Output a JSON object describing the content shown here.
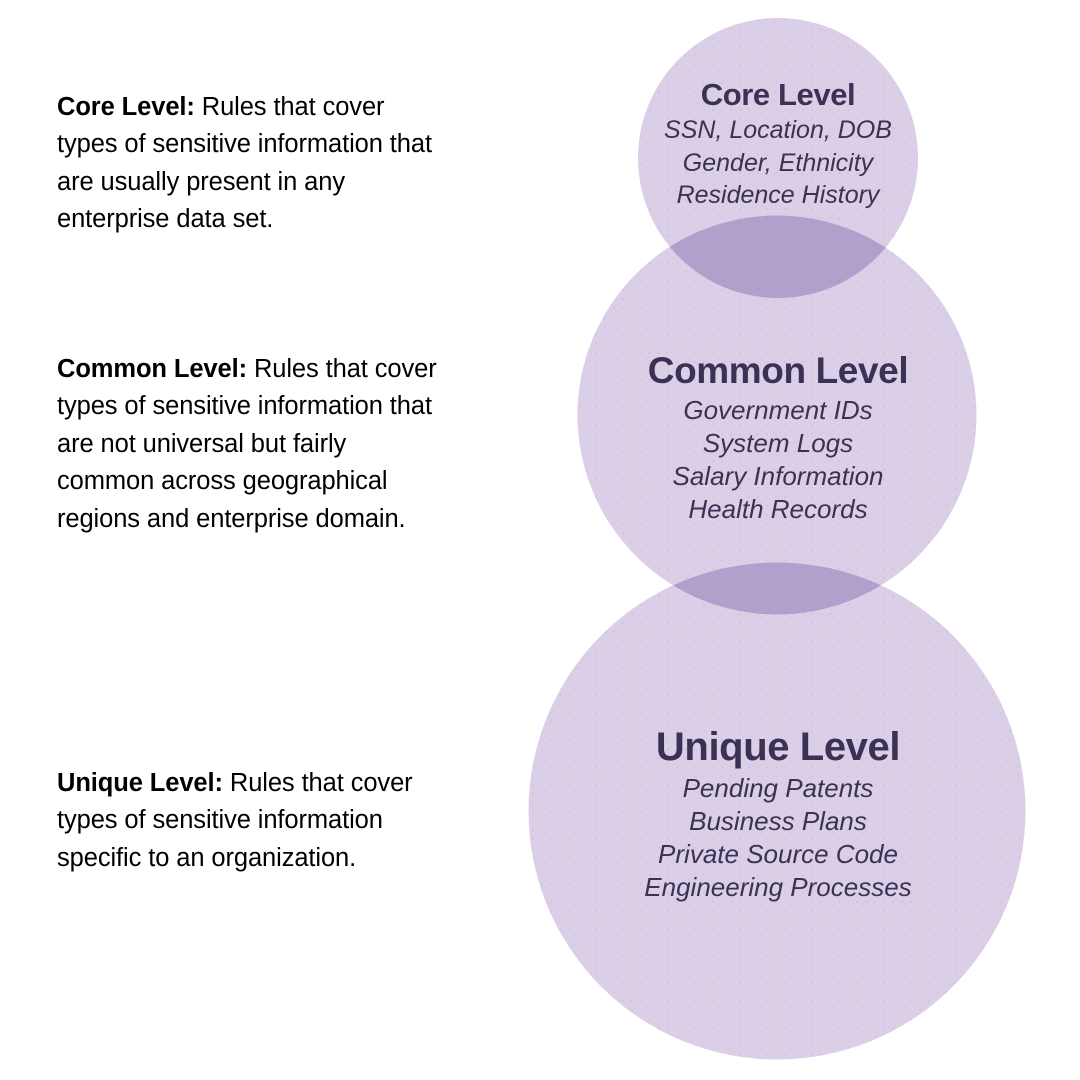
{
  "descriptions": [
    {
      "id": "core",
      "lead": "Core Level:",
      "body": " Rules that cover types of sensitive information that are usually present in any enterprise data set."
    },
    {
      "id": "common",
      "lead": "Common Level:",
      "body": " Rules that cover types of sensitive information that are not universal but fairly common across geographical regions and enterprise domain."
    },
    {
      "id": "unique",
      "lead": "Unique Level:",
      "body": " Rules that cover types of sensitive information specific to an organization."
    }
  ],
  "diagram": {
    "type": "stacked-venn",
    "colors": {
      "circle_fill": "#dbcfe8",
      "overlap_fill": "#b1a0cc",
      "text": "#3a3154",
      "background": "#ffffff"
    },
    "circles": [
      {
        "id": "core",
        "title": "Core Level",
        "items": [
          "SSN, Location, DOB",
          "Gender, Ethnicity",
          "Residence History"
        ]
      },
      {
        "id": "common",
        "title": "Common Level",
        "items": [
          "Government IDs",
          "System Logs",
          "Salary Information",
          "Health Records"
        ]
      },
      {
        "id": "unique",
        "title": "Unique Level",
        "items": [
          "Pending Patents",
          "Business Plans",
          "Private Source Code",
          "Engineering Processes"
        ]
      }
    ]
  }
}
